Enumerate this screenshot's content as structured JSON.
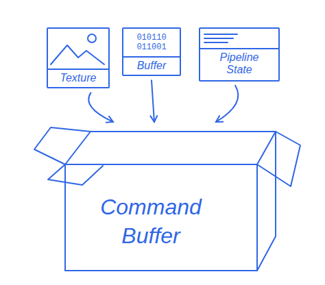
{
  "diagram": {
    "nodes": [
      {
        "text": [
          "Texture"
        ]
      },
      {
        "text": [
          "010110 011001",
          "Buffer"
        ]
      },
      {
        "text": [
          "Pipeline State"
        ]
      },
      {
        "text": [
          "Command Buffer"
        ]
      }
    ],
    "edges": [
      {
        "from": 0,
        "to": 3,
        "arrow": "to"
      },
      {
        "from": 1,
        "to": 3,
        "arrow": "to"
      },
      {
        "from": 2,
        "to": 3,
        "arrow": "to"
      }
    ]
  }
}
